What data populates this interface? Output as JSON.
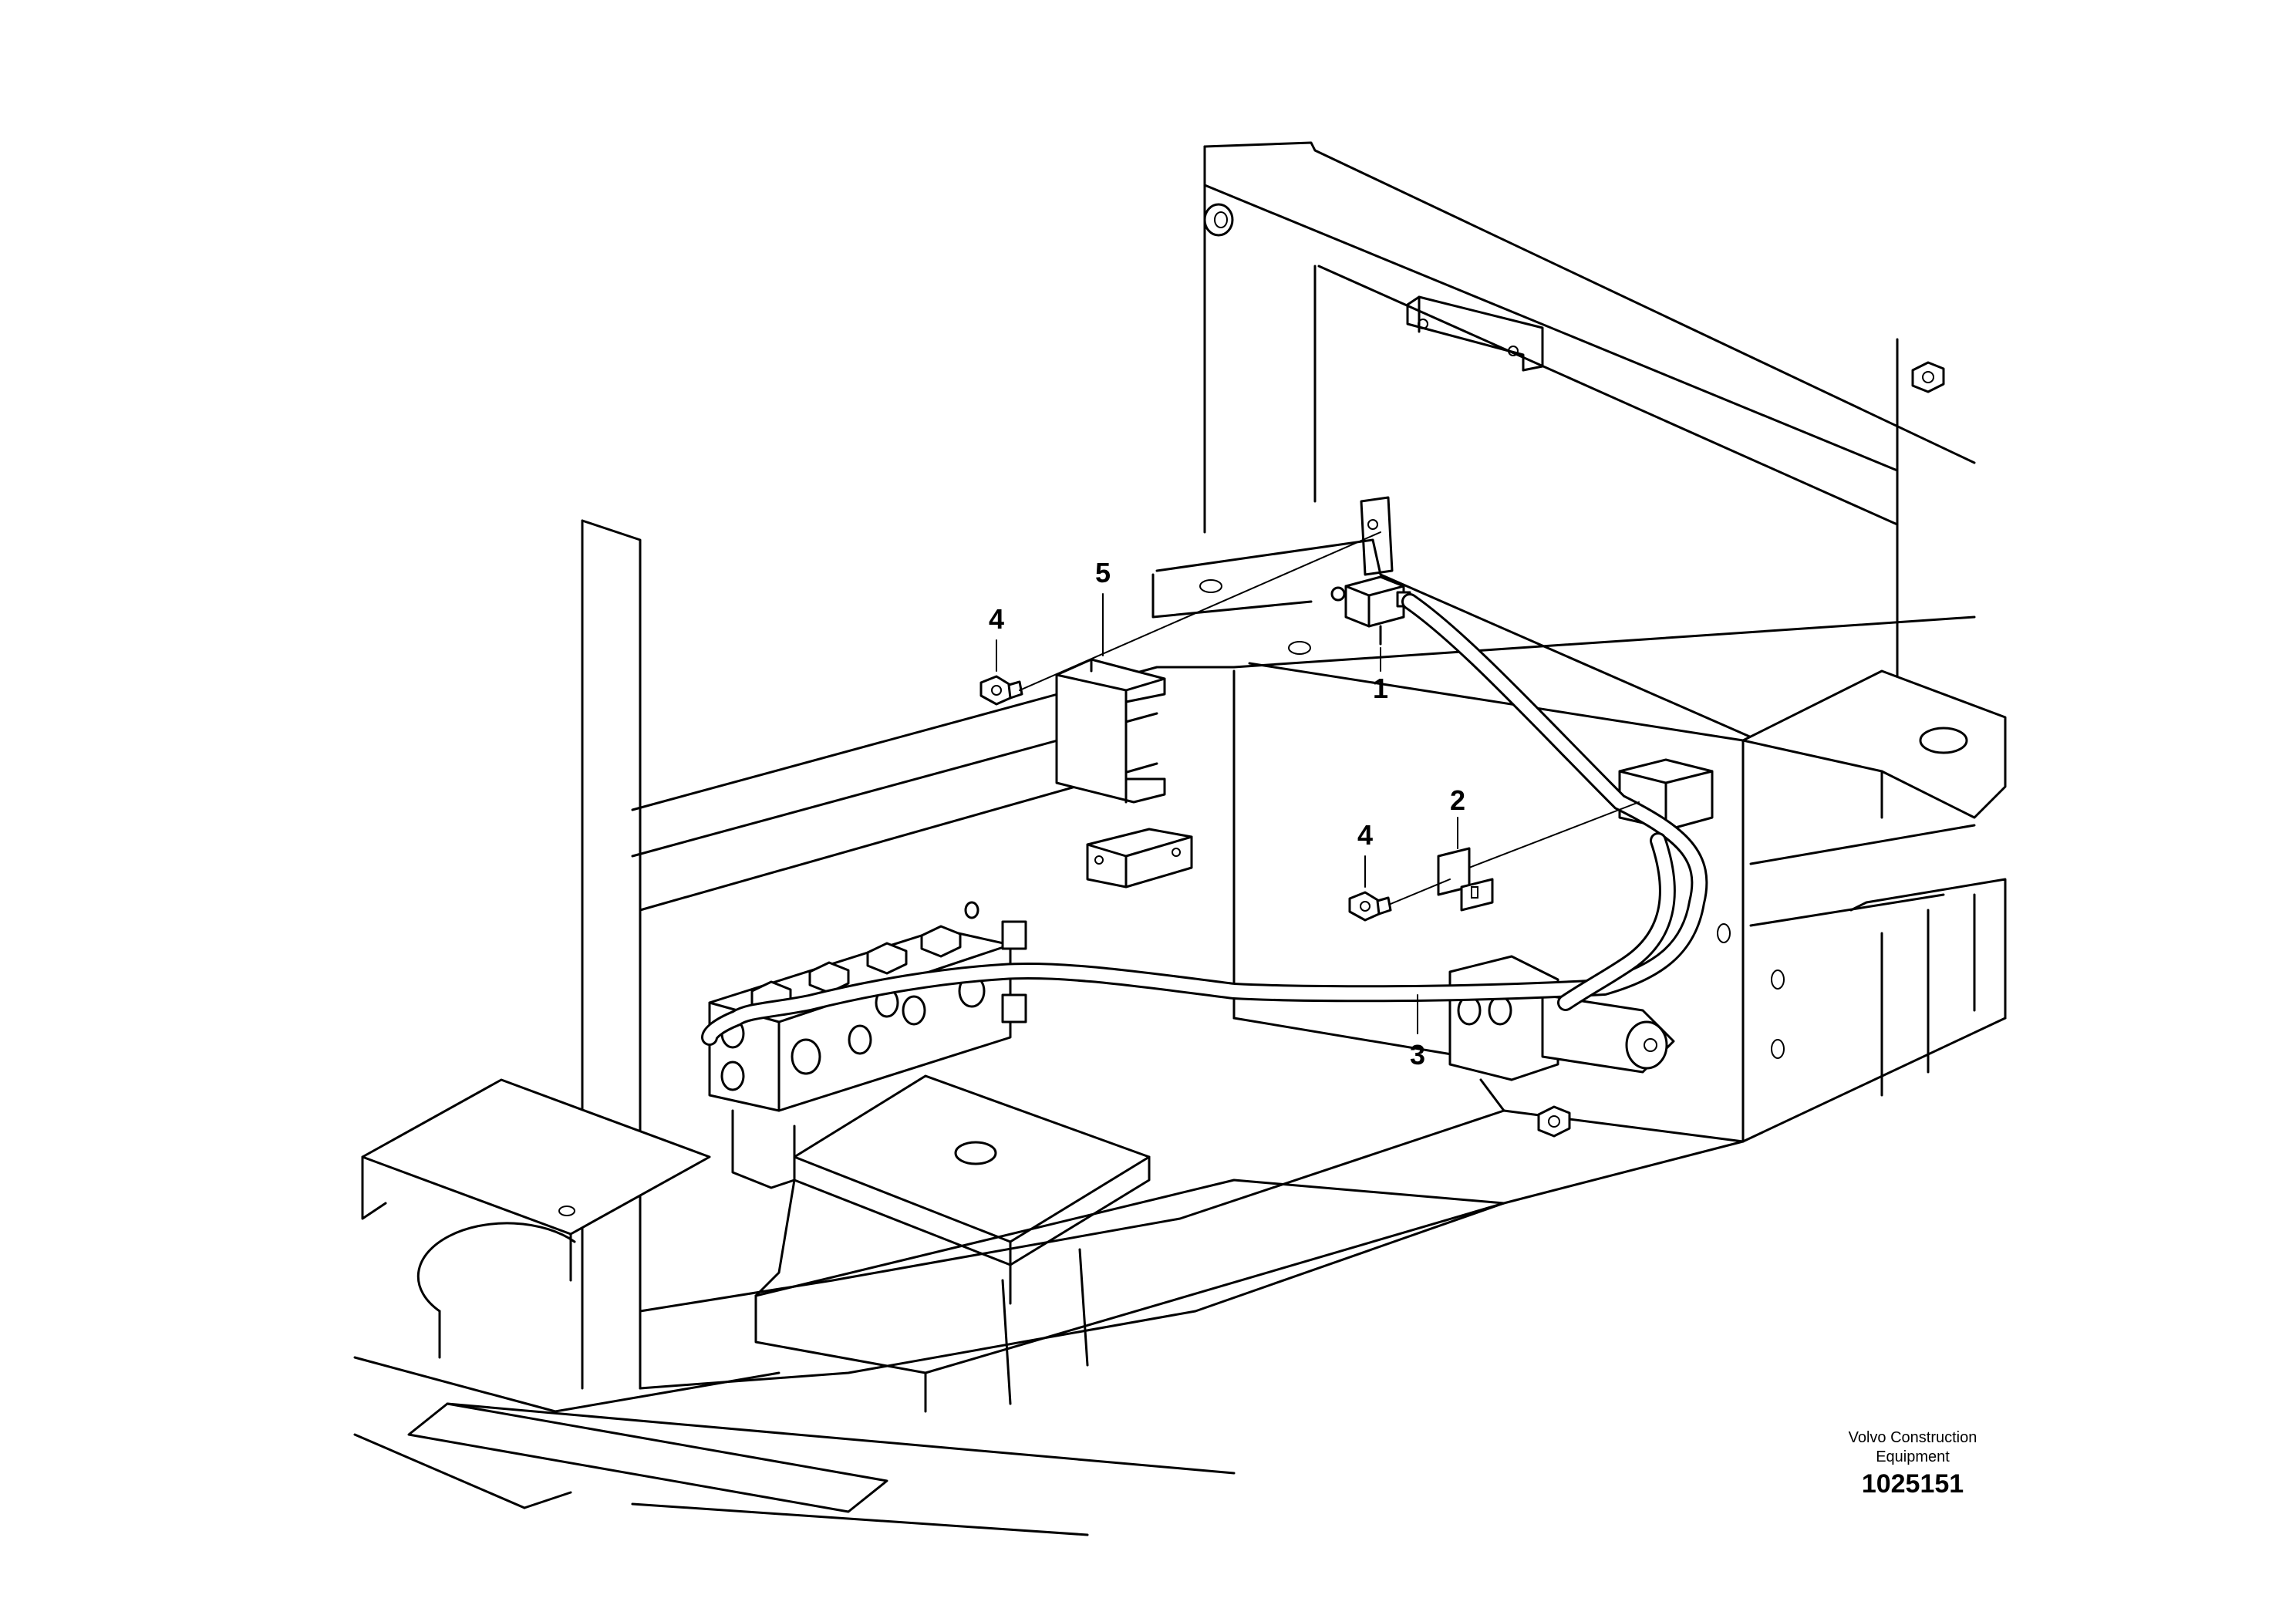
{
  "figure": {
    "callouts": [
      {
        "id": "1",
        "label": "1"
      },
      {
        "id": "2",
        "label": "2"
      },
      {
        "id": "3",
        "label": "3"
      },
      {
        "id": "4a",
        "label": "4"
      },
      {
        "id": "4b",
        "label": "4"
      },
      {
        "id": "5",
        "label": "5"
      }
    ]
  },
  "footer": {
    "brand_line1": "Volvo Construction",
    "brand_line2": "Equipment",
    "document_number": "1025151"
  }
}
